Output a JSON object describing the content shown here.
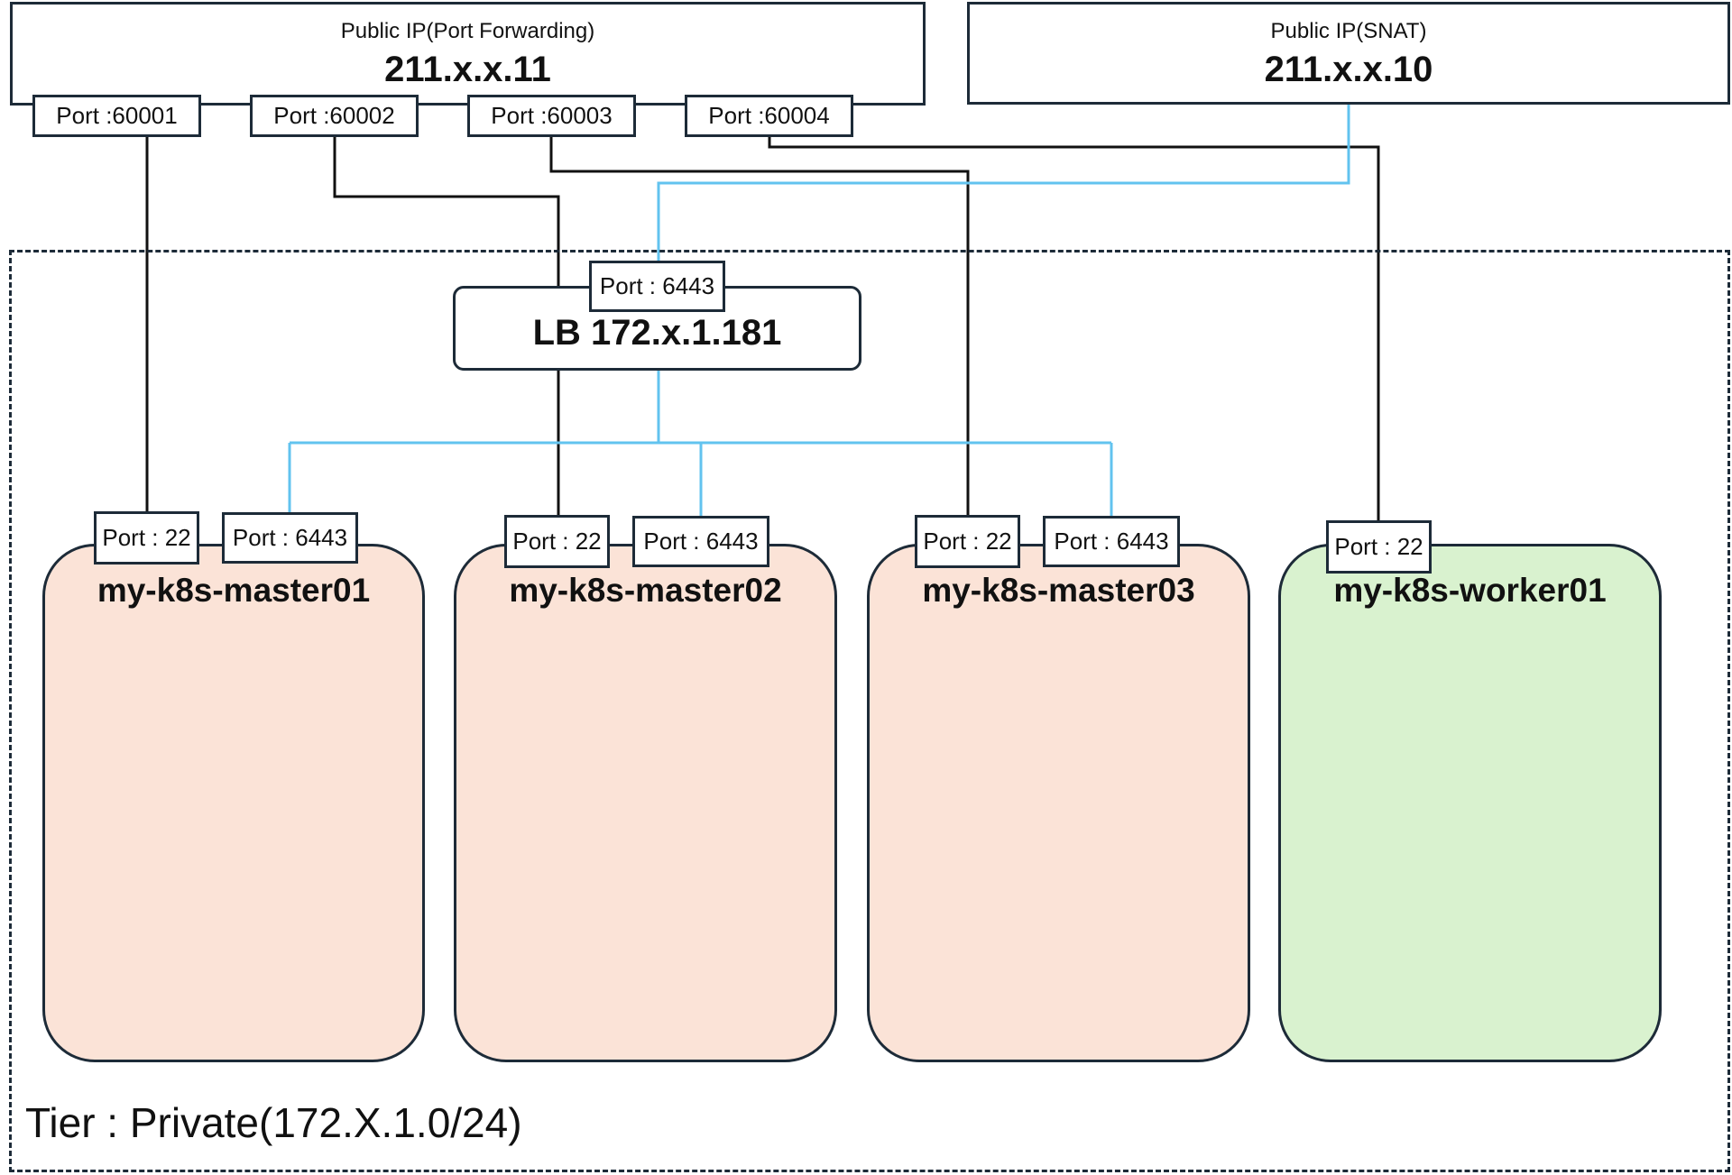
{
  "public_ip_pf": {
    "title": "Public IP(Port Forwarding)",
    "ip": "211.x.x.11"
  },
  "public_ip_snat": {
    "title": "Public IP(SNAT)",
    "ip": "211.x.x.10"
  },
  "pf_ports": [
    "Port :60001",
    "Port :60002",
    "Port :60003",
    "Port :60004"
  ],
  "lb": {
    "name": "LB 172.x.1.181",
    "port": "Port : 6443"
  },
  "nodes": [
    {
      "name": "my-k8s-master01",
      "ssh_port": "Port : 22",
      "api_port": "Port : 6443",
      "fill": "#fbe3d7"
    },
    {
      "name": "my-k8s-master02",
      "ssh_port": "Port : 22",
      "api_port": "Port : 6443",
      "fill": "#fbe3d7"
    },
    {
      "name": "my-k8s-master03",
      "ssh_port": "Port : 22",
      "api_port": "Port : 6443",
      "fill": "#fbe3d7"
    },
    {
      "name": "my-k8s-worker01",
      "ssh_port": "Port : 22",
      "fill": "#d9f2cf"
    }
  ],
  "tier": {
    "label": "Tier : Private(172.X.1.0/24)"
  },
  "colors": {
    "black_line": "#111111",
    "blue_line": "#62c3ef",
    "border": "#1d2b38"
  }
}
